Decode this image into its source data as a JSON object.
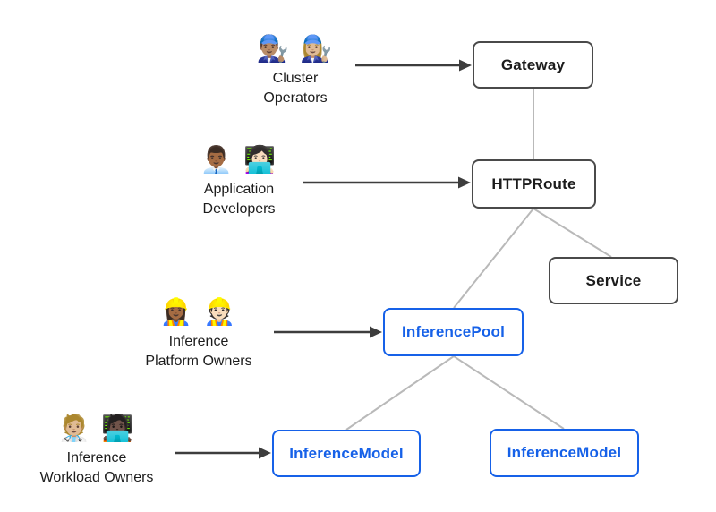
{
  "diagram": {
    "colors": {
      "blue": "#1661e8",
      "gray_border": "#4a4a4a",
      "line": "#b9b9b9",
      "arrow": "#3d3d3d",
      "text": "#1c1c1c"
    },
    "actors": [
      {
        "id": "cluster-operators",
        "emoji": "👨🏽‍🔧 👩🏼‍🔧",
        "emoji_name": "mechanics-emoji",
        "label_line1": "Cluster",
        "label_line2": "Operators"
      },
      {
        "id": "application-developers",
        "emoji": "👨🏾‍💼 👩🏻‍💻",
        "emoji_name": "office-worker-and-technologist-emoji",
        "label_line1": "Application",
        "label_line2": "Developers"
      },
      {
        "id": "inference-platform-owners",
        "emoji": "👷🏾‍♀️ 👷🏻",
        "emoji_name": "construction-workers-emoji",
        "label_line1": "Inference",
        "label_line2": "Platform Owners"
      },
      {
        "id": "inference-workload-owners",
        "emoji": "🧑🏼‍⚕️ 🧑🏿‍💻",
        "emoji_name": "health-worker-and-technologist-emoji",
        "label_line1": "Inference",
        "label_line2": "Workload Owners"
      }
    ],
    "nodes": {
      "gateway": {
        "label": "Gateway",
        "style": "gray"
      },
      "httproute": {
        "label": "HTTPRoute",
        "style": "gray"
      },
      "service": {
        "label": "Service",
        "style": "gray"
      },
      "inference_pool": {
        "label": "InferencePool",
        "style": "blue"
      },
      "inference_model_left": {
        "label": "InferenceModel",
        "style": "blue"
      },
      "inference_model_right": {
        "label": "InferenceModel",
        "style": "blue"
      }
    },
    "edges": [
      {
        "from": "gateway",
        "to": "httproute"
      },
      {
        "from": "httproute",
        "to": "inference_pool"
      },
      {
        "from": "httproute",
        "to": "service"
      },
      {
        "from": "inference_pool",
        "to": "inference_model_left"
      },
      {
        "from": "inference_pool",
        "to": "inference_model_right"
      }
    ]
  }
}
